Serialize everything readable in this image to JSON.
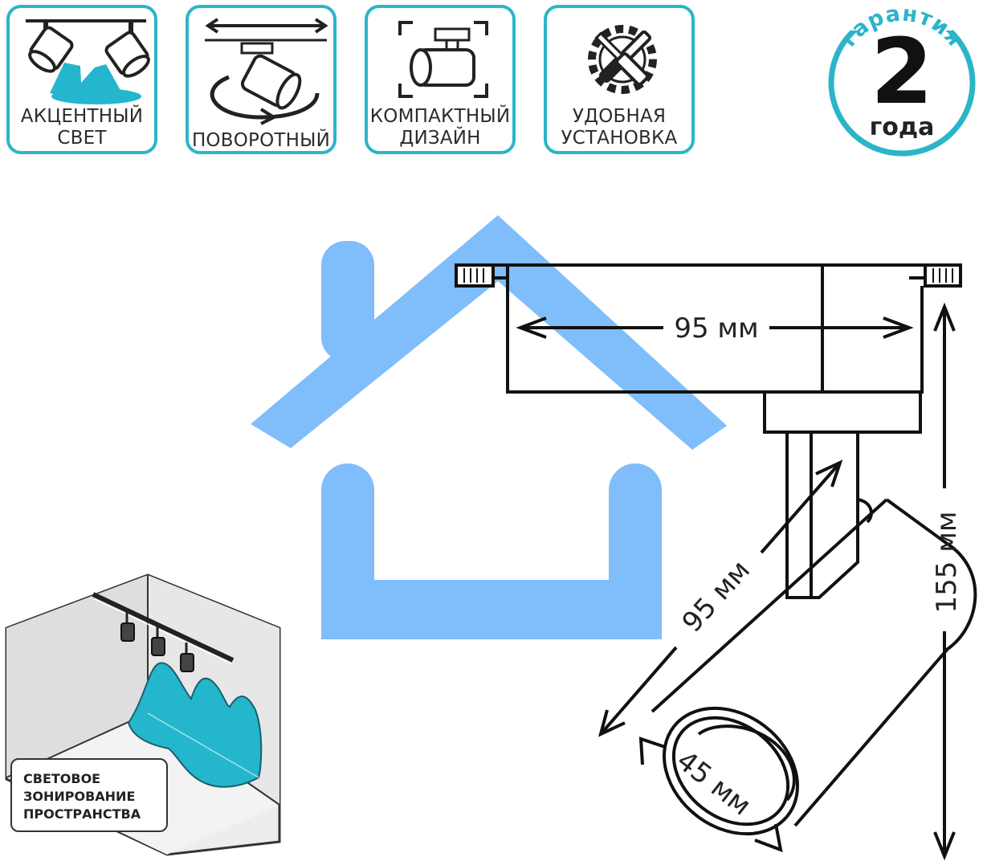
{
  "features": [
    {
      "label": "АКЦЕНТНЫЙ\nСВЕТ",
      "icon": "accent-spotlights-icon"
    },
    {
      "label": "ПОВОРОТНЫЙ",
      "icon": "rotation-icon"
    },
    {
      "label": "КОМПАКТНЫЙ\nДИЗАЙН",
      "icon": "compact-design-icon"
    },
    {
      "label": "УДОБНАЯ\nУСТАНОВКА",
      "icon": "installation-tools-icon"
    }
  ],
  "warranty": {
    "arc_text": "гарантия",
    "number": "2",
    "unit": "года"
  },
  "dimensions": {
    "adapter_width": "95 мм",
    "body_length": "95 мм",
    "total_height": "155 мм",
    "diameter": "45 мм"
  },
  "room": {
    "caption": "СВЕТОВОЕ\nЗОНИРОВАНИЕ\nПРОСТРАНСТВА"
  },
  "colors": {
    "accent": "#2bb5c8",
    "house_watermark": "#80bdfb",
    "light_fill": "#24b6cc",
    "outline": "#111111"
  }
}
